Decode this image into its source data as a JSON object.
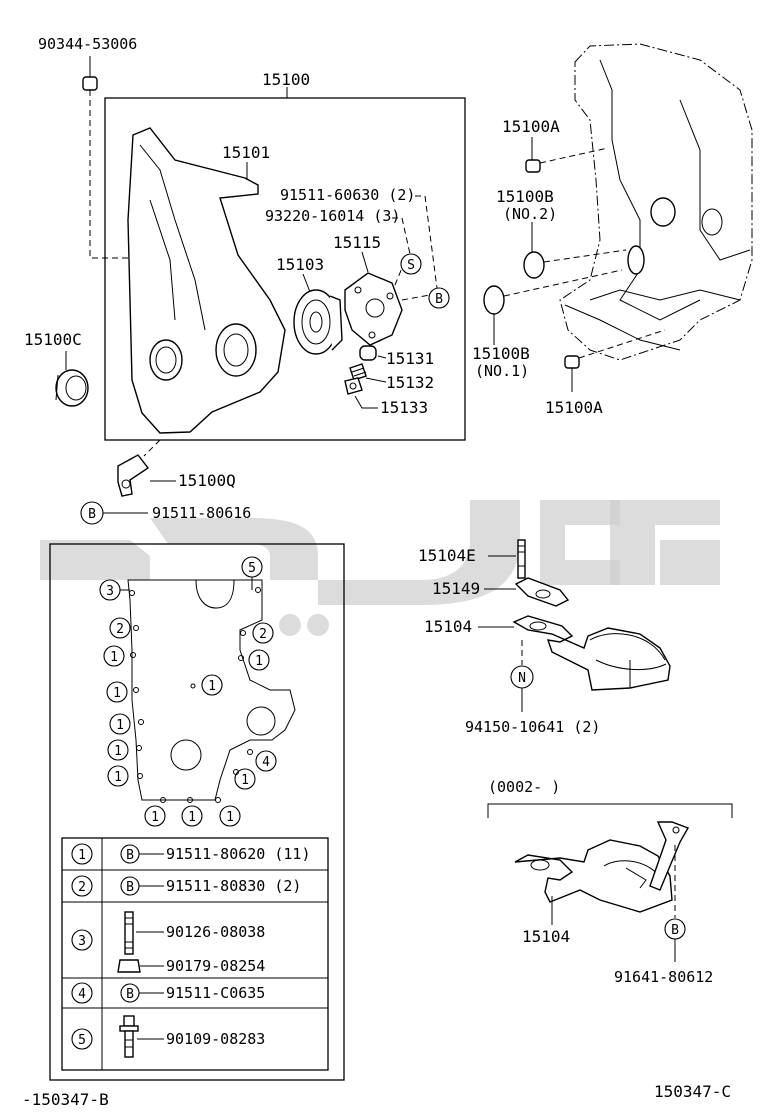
{
  "labels": {
    "p90344": "90344-53006",
    "p15100": "15100",
    "p15101": "15101",
    "p91511_60630": "91511-60630 (2)",
    "p93220": "93220-16014 (3)",
    "p15115": "15115",
    "p15103": "15103",
    "p15131": "15131",
    "p15132": "15132",
    "p15133": "15133",
    "p15100C": "15100C",
    "p15100Q": "15100Q",
    "p91511_80616": "91511-80616",
    "p15100A_top": "15100A",
    "p15100B_top": "15100B",
    "p15100B_top_sub": "(NO.2)",
    "p15100B_bot": "15100B",
    "p15100B_bot_sub": "(NO.1)",
    "p15100A_bot": "15100A",
    "p15104E": "15104E",
    "p15149": "15149",
    "p15104": "15104",
    "p94150": "94150-10641 (2)",
    "date_range": "(0002-        )",
    "p15104_alt": "15104",
    "p91641": "91641-80612",
    "ref_left": "-150347-B",
    "ref_right": "150347-C"
  },
  "markers": {
    "S": "S",
    "B": "B",
    "N": "N"
  },
  "bolt_markers": {
    "one": "1",
    "two": "2",
    "three": "3",
    "four": "4",
    "five": "5"
  },
  "legend": [
    {
      "num": "1",
      "marker": "B",
      "part": "91511-80620 (11)"
    },
    {
      "num": "2",
      "marker": "B",
      "part": "91511-80830 (2)"
    },
    {
      "num": "3",
      "part_a": "90126-08038",
      "part_b": "90179-08254"
    },
    {
      "num": "4",
      "marker": "B",
      "part": "91511-C0635"
    },
    {
      "num": "5",
      "part": "90109-08283"
    }
  ]
}
